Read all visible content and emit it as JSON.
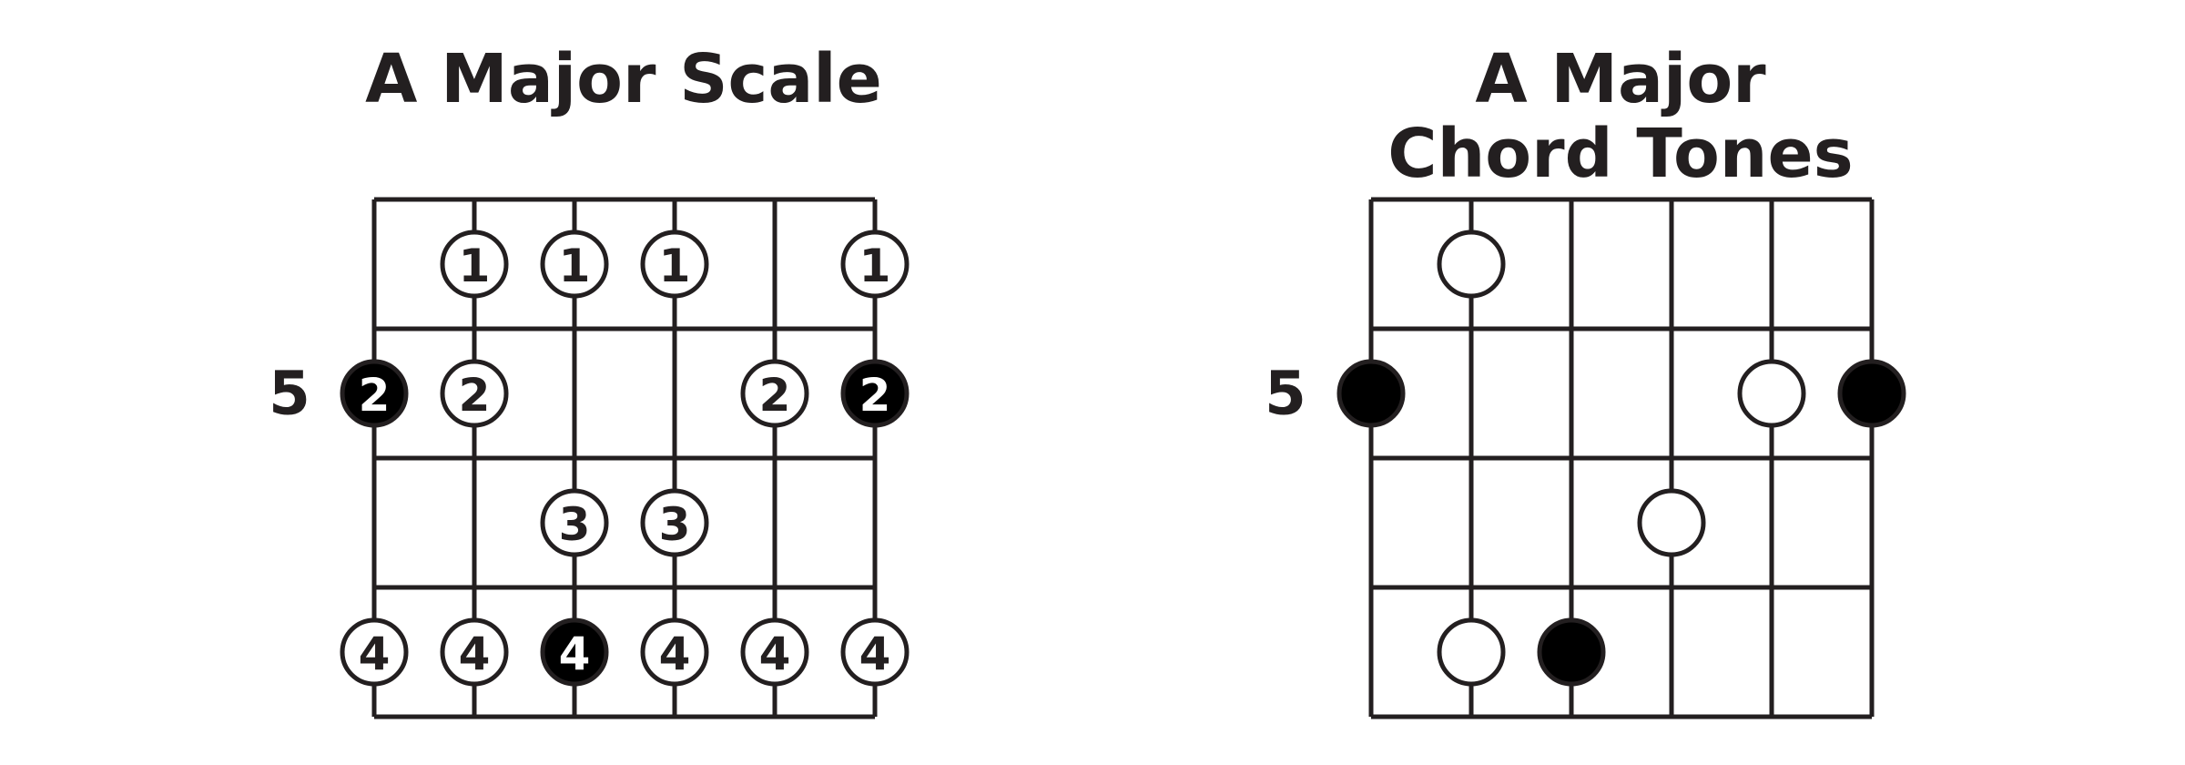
{
  "diagrams": [
    {
      "title_lines": [
        "A Major Scale"
      ],
      "start_fret_label": "5",
      "num_strings": 6,
      "num_frets": 4,
      "notes": [
        {
          "string": 2,
          "fret": 1,
          "finger": "1",
          "root": false
        },
        {
          "string": 3,
          "fret": 1,
          "finger": "1",
          "root": false
        },
        {
          "string": 4,
          "fret": 1,
          "finger": "1",
          "root": false
        },
        {
          "string": 6,
          "fret": 1,
          "finger": "1",
          "root": false
        },
        {
          "string": 1,
          "fret": 2,
          "finger": "2",
          "root": true
        },
        {
          "string": 2,
          "fret": 2,
          "finger": "2",
          "root": false
        },
        {
          "string": 5,
          "fret": 2,
          "finger": "2",
          "root": false
        },
        {
          "string": 6,
          "fret": 2,
          "finger": "2",
          "root": true
        },
        {
          "string": 3,
          "fret": 3,
          "finger": "3",
          "root": false
        },
        {
          "string": 4,
          "fret": 3,
          "finger": "3",
          "root": false
        },
        {
          "string": 1,
          "fret": 4,
          "finger": "4",
          "root": false
        },
        {
          "string": 2,
          "fret": 4,
          "finger": "4",
          "root": false
        },
        {
          "string": 3,
          "fret": 4,
          "finger": "4",
          "root": true
        },
        {
          "string": 4,
          "fret": 4,
          "finger": "4",
          "root": false
        },
        {
          "string": 5,
          "fret": 4,
          "finger": "4",
          "root": false
        },
        {
          "string": 6,
          "fret": 4,
          "finger": "4",
          "root": false
        }
      ]
    },
    {
      "title_lines": [
        "A Major",
        "Chord Tones"
      ],
      "start_fret_label": "5",
      "num_strings": 6,
      "num_frets": 4,
      "notes": [
        {
          "string": 2,
          "fret": 1,
          "finger": "",
          "root": false
        },
        {
          "string": 1,
          "fret": 2,
          "finger": "",
          "root": true
        },
        {
          "string": 5,
          "fret": 2,
          "finger": "",
          "root": false
        },
        {
          "string": 6,
          "fret": 2,
          "finger": "",
          "root": true
        },
        {
          "string": 4,
          "fret": 3,
          "finger": "",
          "root": false
        },
        {
          "string": 2,
          "fret": 4,
          "finger": "",
          "root": false
        },
        {
          "string": 3,
          "fret": 4,
          "finger": "",
          "root": true
        }
      ]
    }
  ]
}
